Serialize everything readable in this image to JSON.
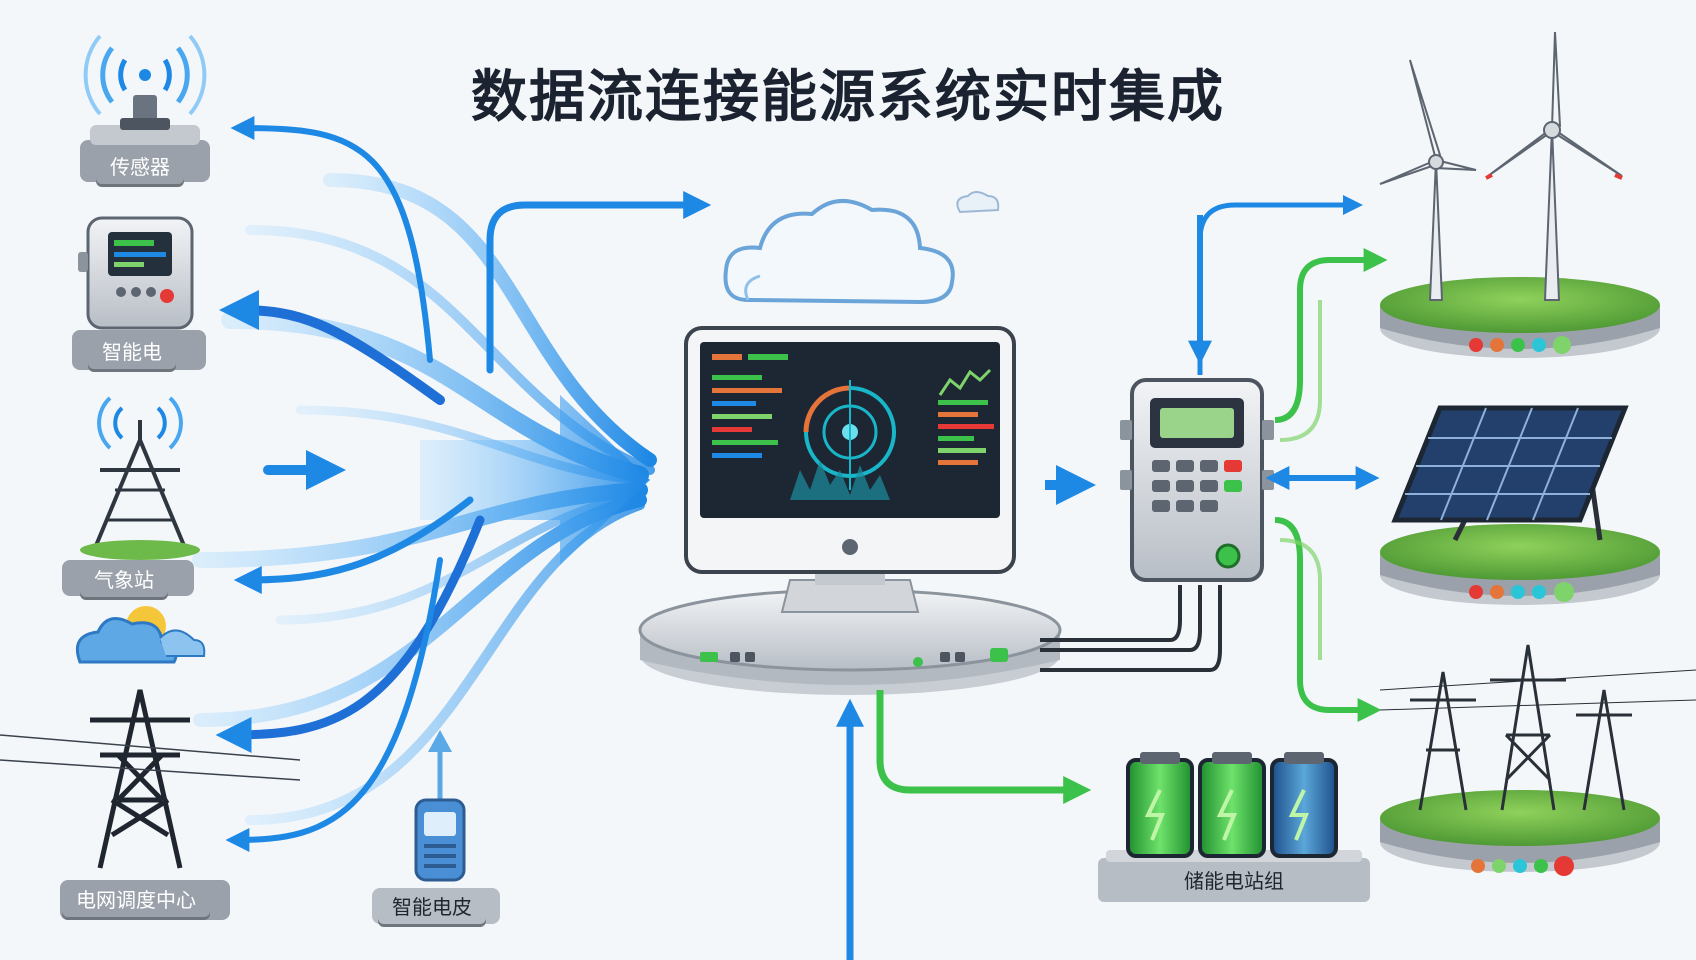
{
  "title": "数据流连接能源系统实时集成",
  "left_nodes": [
    {
      "label": "传感器"
    },
    {
      "label": "智能电"
    },
    {
      "label": "气象站"
    },
    {
      "label": "电网调度中心"
    },
    {
      "label": "智能电皮"
    }
  ],
  "bottom_nodes": [
    {
      "label": "储能电站组"
    }
  ],
  "colors": {
    "data_flow": "#1e88e5",
    "energy_flow": "#3cc24a",
    "screen": "#1d2733",
    "panel": "#22406b"
  },
  "icons": [
    "antenna-icon",
    "smart-meter-icon",
    "weather-station-icon",
    "cloud-sun-icon",
    "transmission-tower-icon",
    "cloud-icon",
    "computer-monitor-icon",
    "server-base-icon",
    "controller-icon",
    "wind-turbine-icon",
    "solar-panel-icon",
    "battery-icon",
    "handheld-meter-icon"
  ]
}
